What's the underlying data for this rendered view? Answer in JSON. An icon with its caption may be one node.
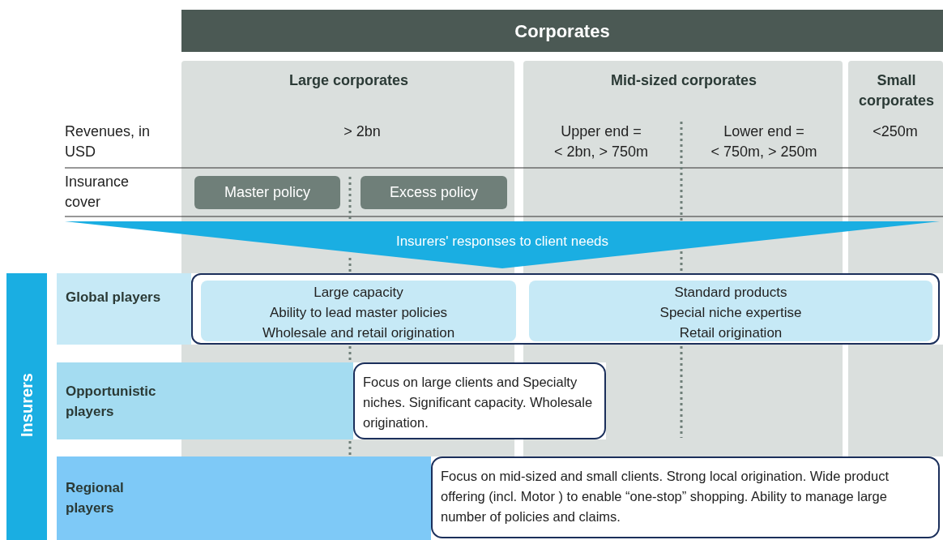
{
  "diagram": {
    "nodes": [
      {
        "text": [
          "Corporates"
        ]
      },
      {
        "text": [
          "Large corporates"
        ]
      },
      {
        "text": [
          "Mid-sized corporates"
        ]
      },
      {
        "text": [
          "Small corporates"
        ]
      },
      {
        "text": [
          "Master policy"
        ],
        "in": 1
      },
      {
        "text": [
          "Excess policy"
        ],
        "in": 1
      },
      {
        "text": [
          "Insurers' responses to client needs"
        ]
      },
      {
        "text": [
          "Insurers"
        ]
      },
      {
        "text": [
          "Global players"
        ]
      },
      {
        "text": [],
        "shape": "box"
      },
      {
        "text": [
          "Large capacity",
          "Ability to lead master policies",
          "Wholesale and retail origination"
        ],
        "in": 9
      },
      {
        "text": [
          "Standard products",
          "Special niche expertise",
          "Retail origination"
        ],
        "in": 9
      },
      {
        "text": [
          "Opportunistic players"
        ]
      },
      {
        "text": [
          "Focus on large clients and Specialty niches. Significant capacity. Wholesale origination."
        ]
      },
      {
        "text": [
          "Regional players"
        ]
      },
      {
        "text": [
          "Focus on mid-sized and small clients. Strong local origination. Wide product offering (incl. Motor ) to enable “one-stop” shopping. Ability to manage large number of policies and claims."
        ]
      }
    ],
    "edges": [],
    "labels": [
      "Revenues, in USD",
      "> 2bn",
      "Upper end =",
      "< 2bn, > 750m",
      "Lower end =",
      "< 750m, > 250m",
      "<250m",
      "Insurance cover"
    ]
  }
}
